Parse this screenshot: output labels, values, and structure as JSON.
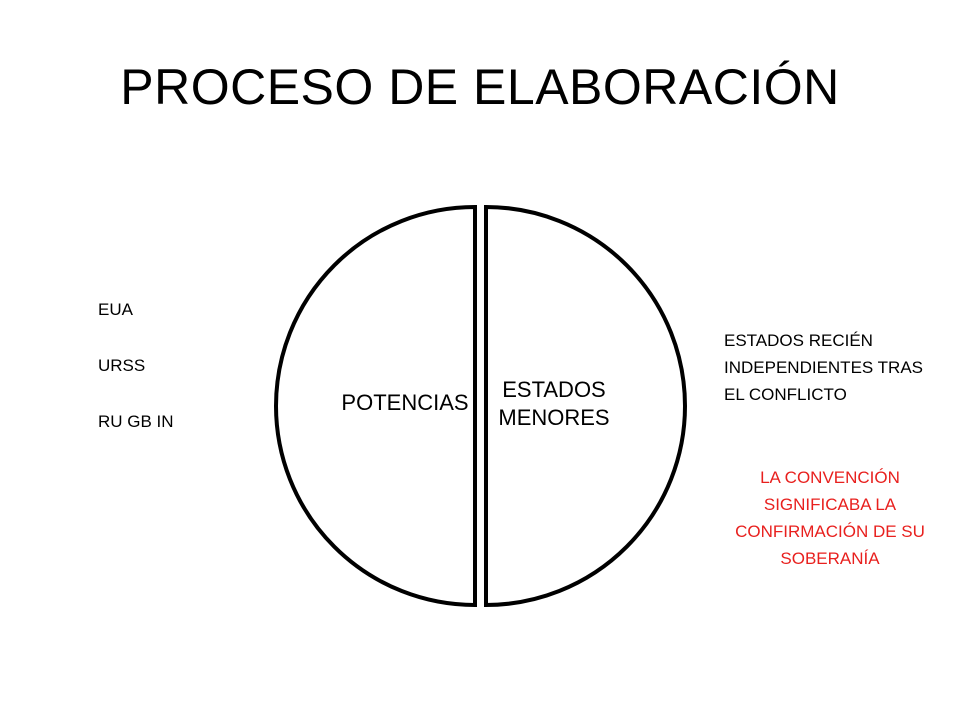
{
  "title": "PROCESO DE ELABORACIÓN",
  "left_list": [
    "EUA",
    "URSS",
    "RU GB IN"
  ],
  "diagram": {
    "left_half_label": "POTENCIAS",
    "right_half_label": "ESTADOS MENORES"
  },
  "right_note": "ESTADOS RECIÉN INDEPENDIENTES TRAS EL CONFLICTO",
  "red_note": "LA CONVENCIÓN SIGNIFICABA LA CONFIRMACIÓN DE SU SOBERANÍA",
  "colors": {
    "text": "#000000",
    "red_note": "#e8201e",
    "outline": "#000000"
  }
}
